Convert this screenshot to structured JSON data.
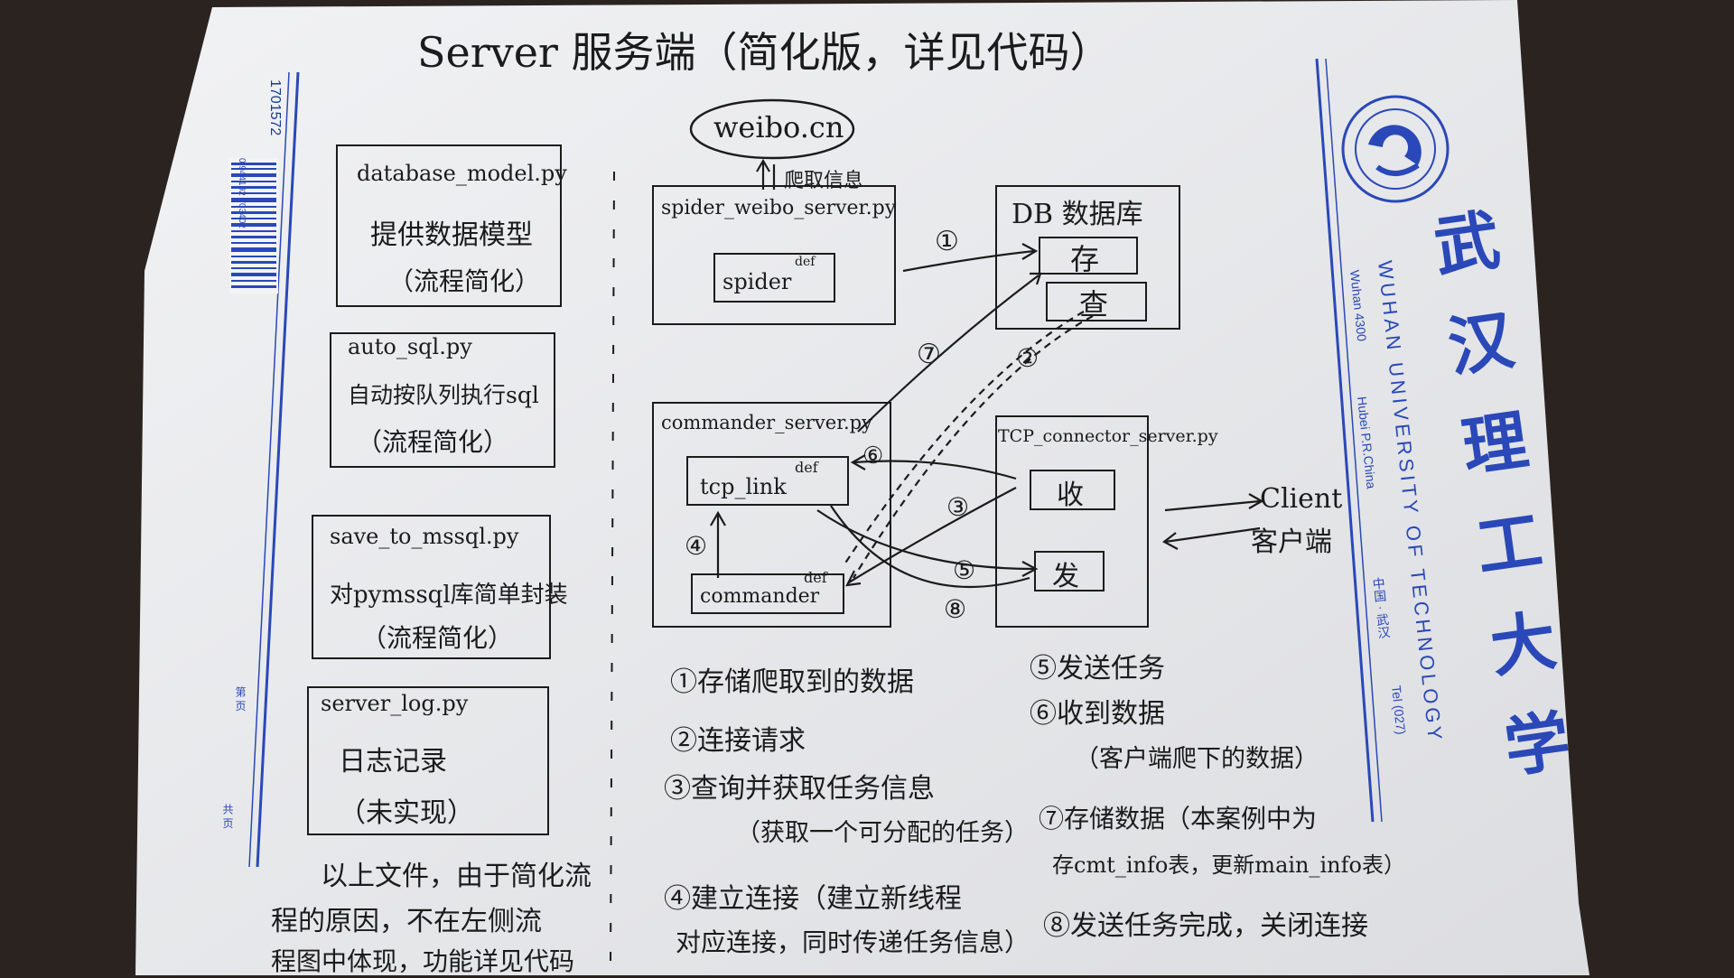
{
  "title": "Server 服务端（简化版，详见代码）",
  "weibo_cloud": "weibo.cn",
  "crawl_note": "爬取信息",
  "files": [
    {
      "name": "database_model.py",
      "line1": "提供数据模型",
      "line2": "（流程简化）"
    },
    {
      "name": "auto_sql.py",
      "line1": "自动按队列执行sql",
      "line2": "（流程简化）"
    },
    {
      "name": "save_to_mssql.py",
      "line1": "对pymssql库简单封装",
      "line2": "（流程简化）"
    },
    {
      "name": "server_log.py",
      "line1": "日志记录",
      "line2": "（未实现）"
    }
  ],
  "left_note": [
    "以上文件，由于简化流",
    "程的原因，不在左侧流",
    "程图中体现，功能详见代码"
  ],
  "spider_server": {
    "name": "spider_weibo_server.py",
    "inner": "spider",
    "def": "def"
  },
  "db": {
    "title": "DB 数据库",
    "store": "存",
    "query": "查"
  },
  "commander_server": {
    "name": "commander_server.py",
    "tcp_link": "tcp_link",
    "commander": "commander",
    "def": "def"
  },
  "tcp_server": {
    "name": "TCP_connector_server.py",
    "recv": "收",
    "send": "发"
  },
  "client": {
    "en": "Client",
    "zh": "客户端"
  },
  "step_markers": [
    "①",
    "②",
    "③",
    "④",
    "⑤",
    "⑥",
    "⑦",
    "⑧"
  ],
  "legend_left": [
    "①存储爬取到的数据",
    "②连接请求",
    "③查询并获取任务信息",
    "（获取一个可分配的任务）",
    "④建立连接（建立新线程",
    "对应连接，同时传递任务信息）"
  ],
  "legend_right": [
    "⑤发送任务",
    "⑥收到数据",
    "（客户端爬下的数据）",
    "⑦存储数据（本案例中为",
    "存cmt_info表，更新main_info表）",
    "⑧发送任务完成，关闭连接"
  ],
  "envelope": {
    "barcode_number": "1701572",
    "barcode_digits": "0 944192 703402",
    "page_label_left": "第 页",
    "page_label_right": "共 页",
    "university_zh": "武汉理工大学",
    "university_en_1": "WUHAN UNIVERSITY OF TECHNOLOGY",
    "address": "Wuhan 4300",
    "address2": "Hubei P.R.China",
    "tel": "Tel (027)",
    "city": "中国 · 武汉"
  },
  "colors": {
    "ink": "#1b1b1b",
    "paper": "#e9eaec",
    "blue": "#2a48b8"
  }
}
